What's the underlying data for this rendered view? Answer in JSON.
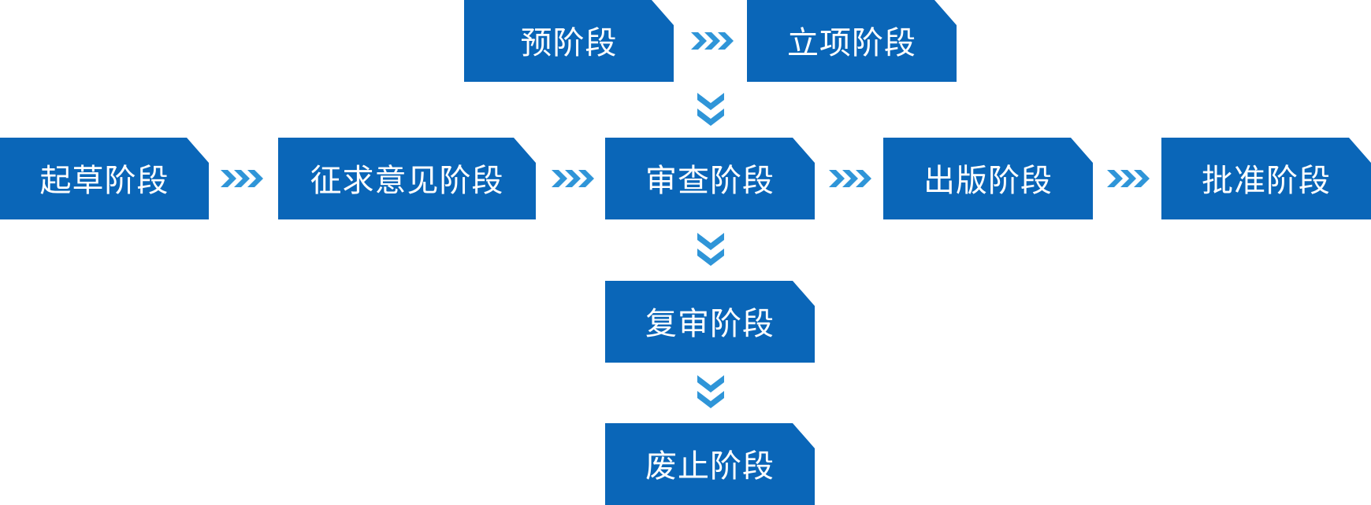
{
  "stages": {
    "pre": "预阶段",
    "proposal": "立项阶段",
    "draft": "起草阶段",
    "comments": "征求意见阶段",
    "review": "审查阶段",
    "publish": "出版阶段",
    "approve": "批准阶段",
    "rereview": "复审阶段",
    "abolish": "废止阶段"
  },
  "colors": {
    "box": "#0a66b8",
    "arrow": "#2f95d8",
    "text": "#ffffff"
  },
  "icons": {
    "right": "triple-chevron-right-icon",
    "down": "double-chevron-down-icon"
  }
}
